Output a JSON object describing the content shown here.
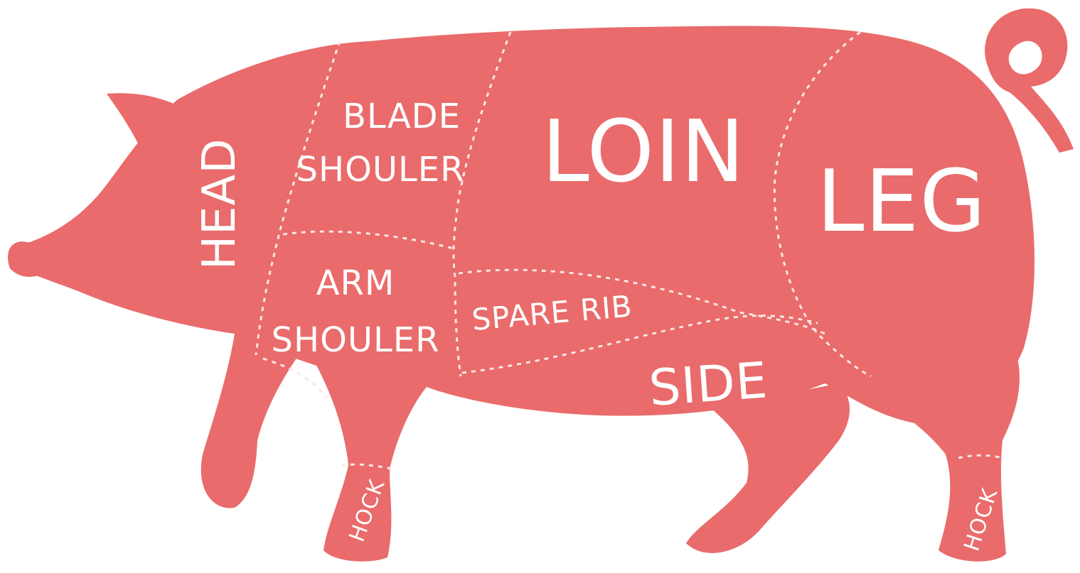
{
  "diagram": {
    "body_color": "#e96b6b",
    "label_color": "#ffffff",
    "cut_line_color": "#fbe6e4",
    "labels": {
      "head": "HEAD",
      "blade": "BLADE",
      "blade_shoulder": "SHOULER",
      "loin": "LOIN",
      "leg": "LEG",
      "arm": "ARM",
      "arm_shoulder": "SHOULER",
      "spare_rib": "SPARE RIB",
      "side": "SIDE",
      "hock_front": "HOCK",
      "hock_rear": "HOCK"
    }
  }
}
